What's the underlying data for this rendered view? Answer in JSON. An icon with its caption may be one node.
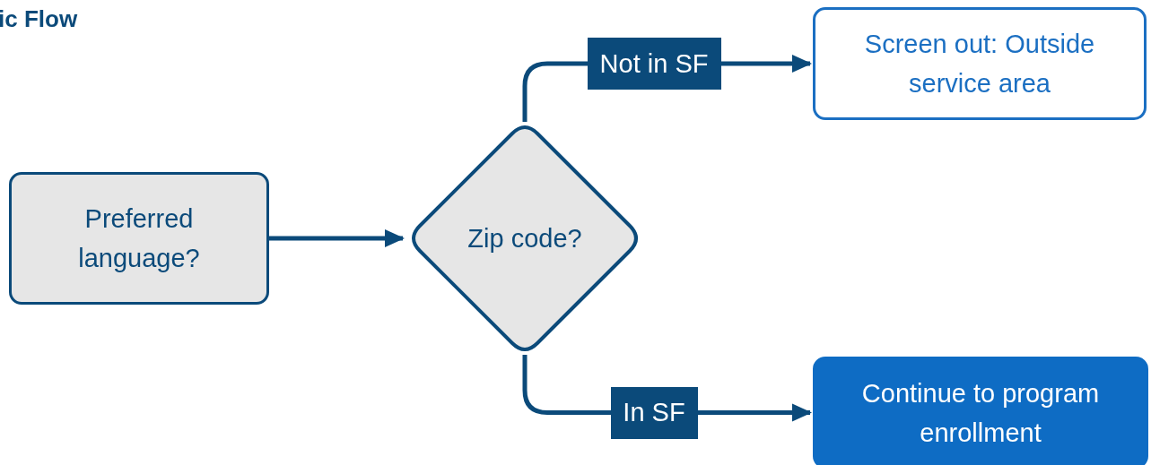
{
  "diagram": {
    "title": "ic Flow",
    "nodes": [
      {
        "text": [
          "Preferred language?"
        ]
      },
      {
        "text": [
          "Zip code?"
        ]
      },
      {
        "text": [
          "Screen out: Outside service area"
        ]
      },
      {
        "text": [
          "Continue to program enrollment"
        ]
      }
    ],
    "edges": [
      {
        "from": 0,
        "to": 1,
        "arrow": "to"
      },
      {
        "from": 1,
        "to": 2,
        "arrow": "to",
        "label": "Not in SF"
      },
      {
        "from": 1,
        "to": 3,
        "arrow": "to",
        "label": "In SF"
      }
    ]
  }
}
